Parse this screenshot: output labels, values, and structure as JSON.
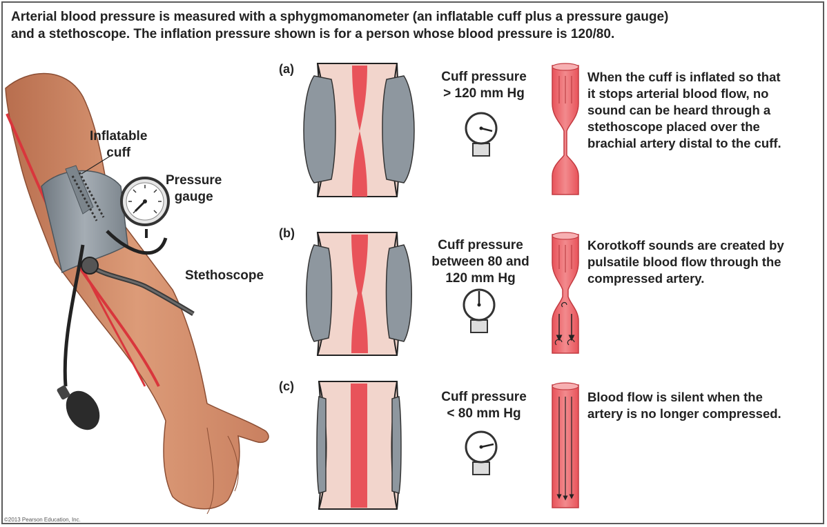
{
  "title": {
    "line1": "Arterial blood pressure is measured with a sphygmomanometer (an inflatable cuff plus a pressure gauge)",
    "line2": "and a stethoscope. The inflation pressure shown is for a person whose blood pressure is 120/80."
  },
  "arm_labels": {
    "cuff_line1": "Inflatable",
    "cuff_line2": "cuff",
    "gauge_line1": "Pressure",
    "gauge_line2": "gauge",
    "stethoscope": "Stethoscope"
  },
  "panels": [
    {
      "letter": "(a)",
      "cuff_lines": [
        "Cuff pressure",
        "> 120 mm Hg"
      ],
      "desc_lines": [
        "When the cuff is inflated so that",
        "it stops arterial blood flow, no",
        "sound can be heard through a",
        "stethoscope placed over the",
        "brachial artery distal to the cuff."
      ]
    },
    {
      "letter": "(b)",
      "cuff_lines": [
        "Cuff pressure",
        "between 80 and",
        "120 mm Hg"
      ],
      "desc_lines": [
        "Korotkoff sounds are created by",
        "pulsatile blood flow through the",
        "compressed artery."
      ]
    },
    {
      "letter": "(c)",
      "cuff_lines": [
        "Cuff pressure",
        "< 80 mm Hg"
      ],
      "desc_lines": [
        "Blood flow is silent when the",
        "artery is no longer compressed."
      ]
    }
  ],
  "copyright": "©2013 Pearson Education, Inc.",
  "colors": {
    "artery": "#e8535a",
    "tissue": "#f2d5cc",
    "cuff": "#8e979f",
    "skin": "#d99774"
  }
}
